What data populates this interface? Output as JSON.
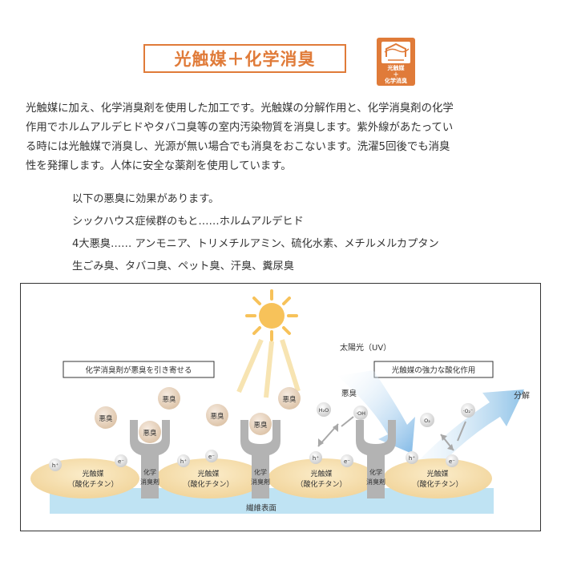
{
  "header": {
    "title": "光触媒＋化学消臭",
    "badge_line1": "光触媒",
    "badge_line2": "＋",
    "badge_line3": "化学消臭",
    "accent_color": "#e07b39"
  },
  "description": [
    "光触媒に加え、化学消臭剤を使用した加工です。光触媒の分解作用と、化学消臭剤の化学",
    "作用でホルムアルデヒドやタバコ臭等の室内汚染物質を消臭します。紫外線があたってい",
    "る時には光触媒で消臭し、光源が無い場合でも消臭をおこないます。洗濯5回後でも消臭",
    "性を発揮します。人体に安全な薬剤を使用しています。"
  ],
  "effects": [
    "以下の悪臭に効果があります。",
    "シックハウス症候群のもと……ホルムアルデヒド",
    "4大悪臭……  アンモニア、トリメチルアミン、硫化水素、メチルメルカプタン",
    "生ごみ臭、タバコ臭、ペット臭、汗臭、糞尿臭"
  ],
  "diagram": {
    "sun_label": "太陽光（UV）",
    "left_label": "化学消臭剤が悪臭を引き寄せる",
    "right_label": "光触媒の強力な酸化作用",
    "odor": "悪臭",
    "photocatalyst_line1": "光触媒",
    "photocatalyst_line2": "（酸化チタン）",
    "agent_line1": "化学",
    "agent_line2": "消臭剤",
    "surface": "繊維表面",
    "h_plus": "h⁺",
    "e_minus": "e⁻",
    "h2o": "H₂O",
    "oh": "·OH",
    "o2": "O₂",
    "o2_radical": "·O₂⁻",
    "decompose": "分解",
    "colors": {
      "surface": "#bfe3f3",
      "catalyst": "#f6dfae",
      "odor": "#e8d3bd",
      "agent": "#b3b3b3",
      "sun": "#f7c25a",
      "arrow": "#8fc3e8"
    }
  }
}
